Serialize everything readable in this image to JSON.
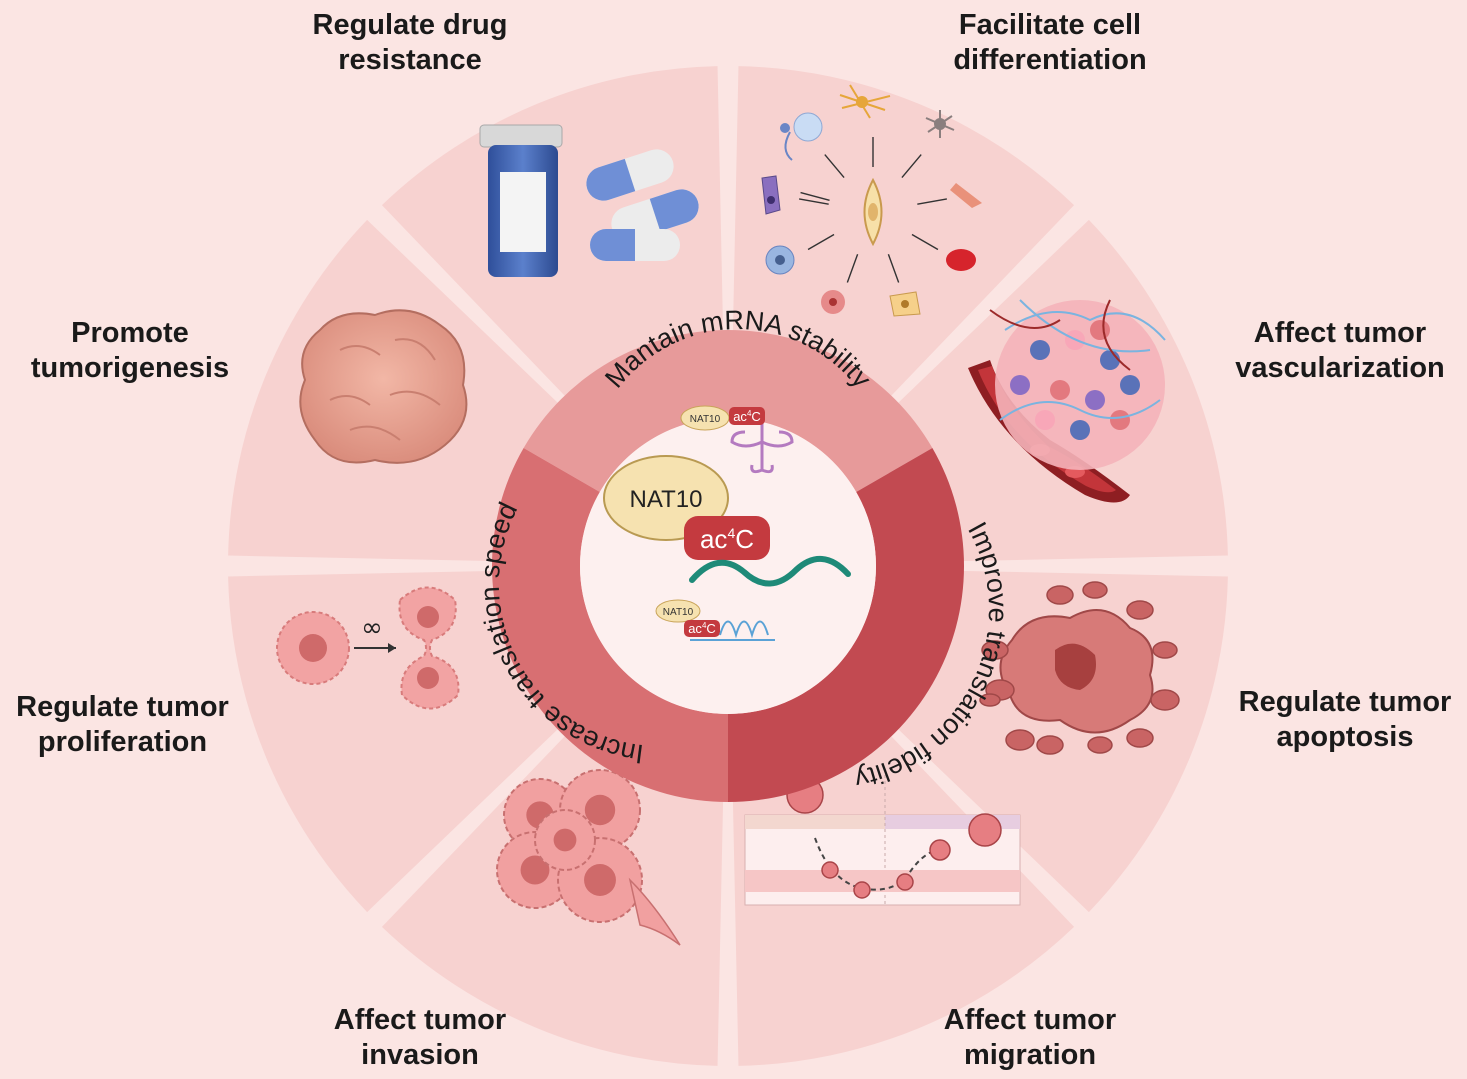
{
  "segments": [
    {
      "id": "drug",
      "line1": "Regulate drug",
      "line2": "resistance"
    },
    {
      "id": "differentiation",
      "line1": "Facilitate cell",
      "line2": "differentiation"
    },
    {
      "id": "vascularization",
      "line1": "Affect tumor",
      "line2": "vascularization"
    },
    {
      "id": "apoptosis",
      "line1": "Regulate tumor",
      "line2": "apoptosis"
    },
    {
      "id": "migration",
      "line1": "Affect tumor",
      "line2": "migration"
    },
    {
      "id": "invasion",
      "line1": "Affect tumor",
      "line2": "invasion"
    },
    {
      "id": "proliferation",
      "line1": "Regulate tumor",
      "line2": "proliferation"
    },
    {
      "id": "tumorigenesis",
      "line1": "Promote",
      "line2": "tumorigenesis"
    }
  ],
  "ring": {
    "top": "Mantain mRNA stability",
    "right": "Improve translation fidelity",
    "left": "Increase translation speed"
  },
  "center": {
    "enzyme": "NAT10",
    "mark_prefix": "ac",
    "mark_sup": "4",
    "mark_suffix": "C"
  },
  "proliferation_symbol": "∞",
  "colors": {
    "background": "#fbe5e3",
    "wedge": "#f7d2d0",
    "ring_light": "#e79a9a",
    "ring_mid": "#d86f72",
    "ring_dark": "#c24a51",
    "center": "#fdf0ef",
    "ac4c": "#c43a3f",
    "nat10": "#f6e2b0"
  }
}
